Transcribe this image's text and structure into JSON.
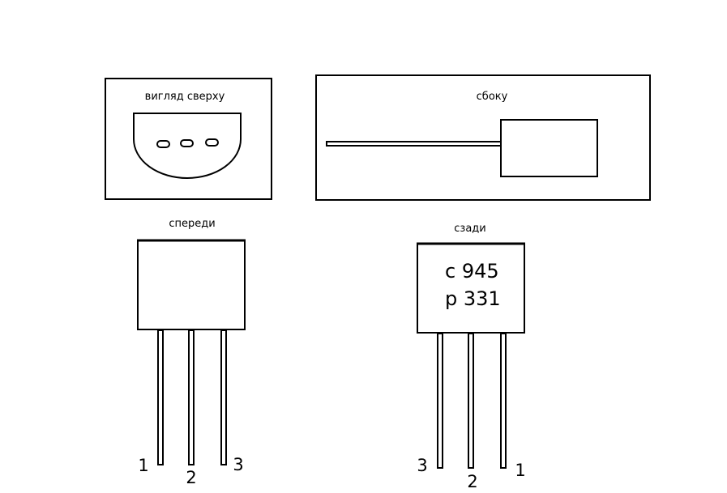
{
  "views": {
    "top": {
      "label": "вигляд сверху"
    },
    "side": {
      "label": "сбоку"
    },
    "front": {
      "label": "спереди",
      "pins": [
        "1",
        "2",
        "3"
      ]
    },
    "back": {
      "label": "сзади",
      "marking_line1": "c 945",
      "marking_line2": "p 331",
      "pins": [
        "3",
        "2",
        "1"
      ]
    }
  }
}
